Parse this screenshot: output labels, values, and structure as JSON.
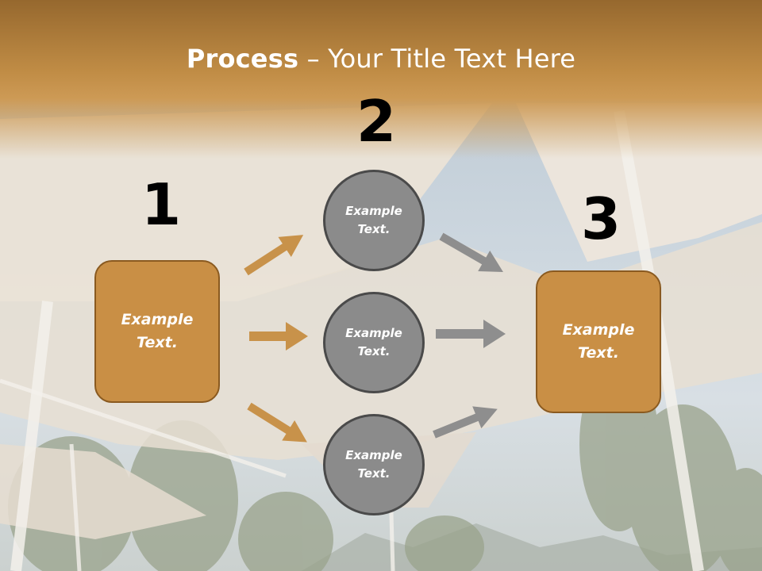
{
  "title": {
    "bold": "Process",
    "rest": " – Your Title Text Here"
  },
  "steps": {
    "one": {
      "number": "1",
      "text": "Example\nText."
    },
    "two": {
      "number": "2"
    },
    "three": {
      "number": "3",
      "text": "Example\nText."
    }
  },
  "circles": [
    {
      "text": "Example\nText."
    },
    {
      "text": "Example\nText."
    },
    {
      "text": "Example\nText."
    }
  ],
  "colors": {
    "accent": "#c98f45",
    "accent_border": "#8a5a20",
    "circle": "#8b8b8b",
    "circle_border": "#4a4a4a",
    "arrow_left": "#c8924a",
    "arrow_right": "#8e8e8e"
  }
}
